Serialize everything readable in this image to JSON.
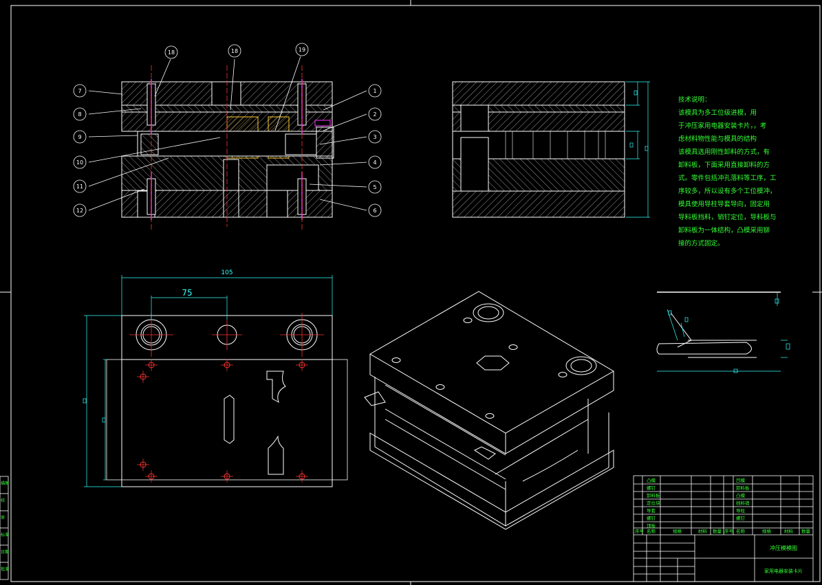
{
  "drawing": {
    "section_callouts": [
      "7",
      "8",
      "9",
      "10",
      "11",
      "12",
      "18",
      "18",
      "19",
      "1",
      "2",
      "3",
      "4",
      "5",
      "6"
    ],
    "dimensions": {
      "overall_width": "105",
      "hole_spacing": "75"
    },
    "tech_notes": {
      "title": "技术说明：",
      "lines": [
        "该模具为多工位级进模，用",
        "于冲压家用电器安装卡片，，考",
        "虑材料物性能与模具的结构",
        "该模具选用刚性卸料的方式，有",
        "卸料板，下面采用直接卸料的方",
        "式。零件包括冲孔落料等工序，工",
        "序较多，所以设有多个工位模冲，",
        "模具使用导柱导套导向，固定用",
        "导料板挡料，销钉定位，导料板与",
        "卸料板为一体结构，凸模采用铆",
        "接的方式固定。"
      ]
    },
    "bom": {
      "rows_left": [
        "凸模",
        "螺钉",
        "卸料板",
        "定位块",
        "导套",
        "螺钉",
        "顶板"
      ],
      "rows_right": [
        "凹模",
        "卸料板",
        "凸模",
        "挡料销",
        "导柱",
        "螺钉"
      ],
      "header": [
        "序号",
        "名称",
        "规格",
        "材料",
        "数量",
        "序号",
        "名称",
        "规格",
        "材料",
        "数量"
      ]
    },
    "title_block": {
      "name": "冲压模模图",
      "part": "家用电器安装卡片"
    },
    "left_border_labels": [
      "描图",
      "校",
      "审",
      "标准",
      "日期",
      "批准"
    ],
    "colors": {
      "line": "#ffffff",
      "hatch": "#ffffff",
      "dim": "#33ffff",
      "center": "#ff3333",
      "text": "#33ff33",
      "magenta": "#ff33ff",
      "yellow": "#ffff33"
    }
  }
}
